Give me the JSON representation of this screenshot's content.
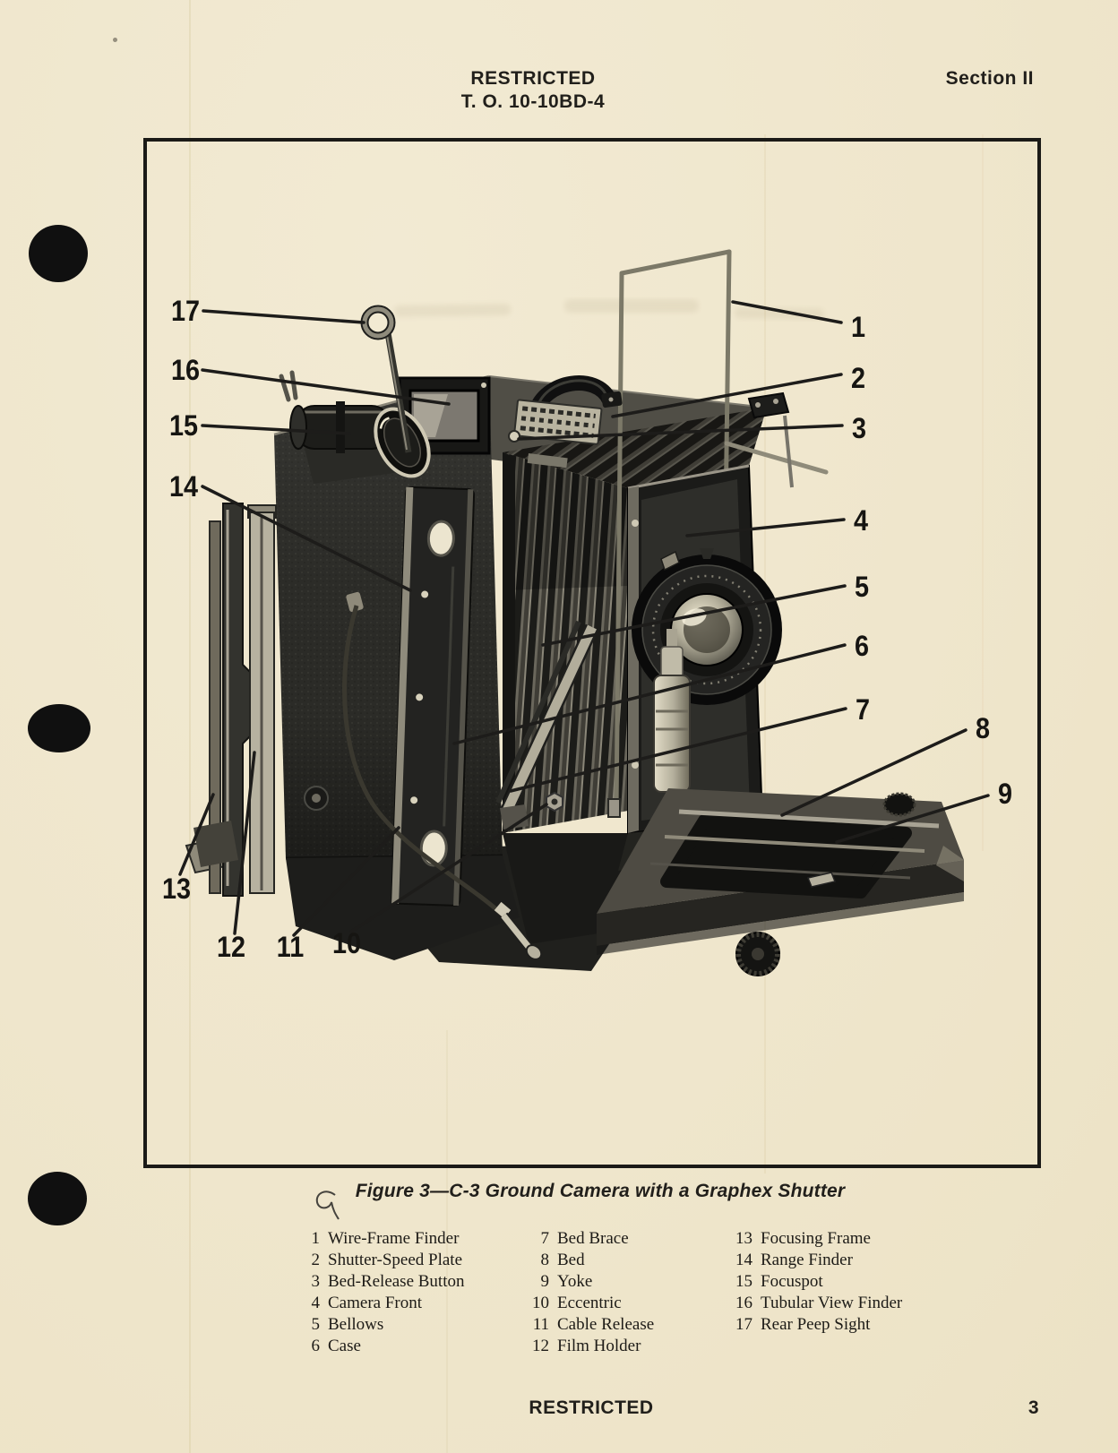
{
  "header": {
    "restricted": "RESTRICTED",
    "technical_order": "T. O. 10-10BD-4",
    "section": "Section II"
  },
  "footer": {
    "restricted": "RESTRICTED",
    "page_number": "3"
  },
  "figure": {
    "caption": "Figure 3—C-3 Ground Camera with a Graphex Shutter",
    "callouts": [
      "1",
      "2",
      "3",
      "4",
      "5",
      "6",
      "7",
      "8",
      "9",
      "10",
      "11",
      "12",
      "13",
      "14",
      "15",
      "16",
      "17"
    ],
    "legend": [
      {
        "items": [
          {
            "num": "1",
            "label": "Wire-Frame Finder"
          },
          {
            "num": "2",
            "label": "Shutter-Speed Plate"
          },
          {
            "num": "3",
            "label": "Bed-Release Button"
          },
          {
            "num": "4",
            "label": "Camera Front"
          },
          {
            "num": "5",
            "label": "Bellows"
          },
          {
            "num": "6",
            "label": "Case"
          }
        ]
      },
      {
        "items": [
          {
            "num": "7",
            "label": "Bed Brace"
          },
          {
            "num": "8",
            "label": "Bed"
          },
          {
            "num": "9",
            "label": "Yoke"
          },
          {
            "num": "10",
            "label": "Eccentric"
          },
          {
            "num": "11",
            "label": "Cable Release"
          },
          {
            "num": "12",
            "label": "Film Holder"
          }
        ]
      },
      {
        "items": [
          {
            "num": "13",
            "label": "Focusing Frame"
          },
          {
            "num": "14",
            "label": "Range Finder"
          },
          {
            "num": "15",
            "label": "Focuspot"
          },
          {
            "num": "16",
            "label": "Tubular View Finder"
          },
          {
            "num": "17",
            "label": "Rear Peep Sight"
          }
        ]
      }
    ]
  },
  "colors": {
    "paper": "#efe6cc",
    "ink": "#211f1b"
  }
}
